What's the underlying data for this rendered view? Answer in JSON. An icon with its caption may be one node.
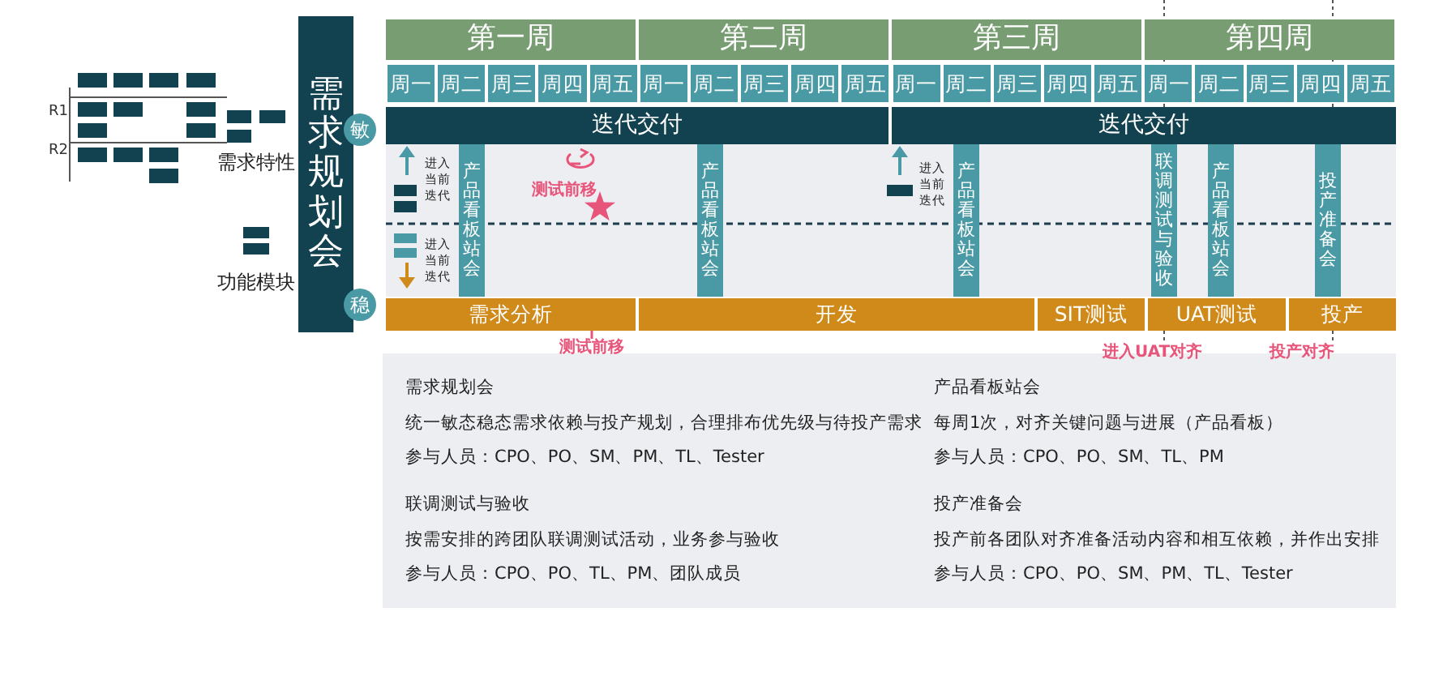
{
  "diagram": {
    "nodes": [
      {
        "text": [
          "需求规划会"
        ]
      },
      {
        "text": [
          "敏"
        ]
      },
      {
        "text": [
          "稳"
        ]
      },
      {
        "text": [
          "第一周"
        ]
      },
      {
        "text": [
          "第二周"
        ]
      },
      {
        "text": [
          "第三周"
        ]
      },
      {
        "text": [
          "第四周"
        ]
      },
      {
        "text": [
          "周一"
        ]
      },
      {
        "text": [
          "周二"
        ]
      },
      {
        "text": [
          "周三"
        ]
      },
      {
        "text": [
          "周四"
        ]
      },
      {
        "text": [
          "周五"
        ]
      },
      {
        "text": [
          "周一"
        ]
      },
      {
        "text": [
          "周二"
        ]
      },
      {
        "text": [
          "周三"
        ]
      },
      {
        "text": [
          "周四"
        ]
      },
      {
        "text": [
          "周五"
        ]
      },
      {
        "text": [
          "周一"
        ]
      },
      {
        "text": [
          "周二"
        ]
      },
      {
        "text": [
          "周三"
        ]
      },
      {
        "text": [
          "周四"
        ]
      },
      {
        "text": [
          "周五"
        ]
      },
      {
        "text": [
          "周一"
        ]
      },
      {
        "text": [
          "周二"
        ]
      },
      {
        "text": [
          "周三"
        ]
      },
      {
        "text": [
          "周四"
        ]
      },
      {
        "text": [
          "周五"
        ]
      },
      {
        "text": [
          "迭代交付"
        ]
      },
      {
        "text": [
          "迭代交付"
        ]
      },
      {
        "text": [
          "产品看板站会"
        ]
      },
      {
        "text": [
          "产品看板站会"
        ]
      },
      {
        "text": [
          "产品看板站会"
        ]
      },
      {
        "text": [
          "联调测试与验收"
        ]
      },
      {
        "text": [
          "产品看板站会"
        ]
      },
      {
        "text": [
          "投产准备会"
        ]
      },
      {
        "text": [
          "需求分析"
        ]
      },
      {
        "text": [
          "开发"
        ]
      },
      {
        "text": [
          "SIT测试"
        ]
      },
      {
        "text": [
          "UAT测试"
        ]
      },
      {
        "text": [
          "投产"
        ]
      },
      {
        "text": [
          "需求规划会",
          "统一敏态稳态需求依赖与投产规划，合理排布优先级与待投产需求",
          "参与人员：CPO、PO、SM、PM、TL、Tester",
          "联调测试与验收",
          "按需安排的跨团队联调测试活动，业务参与验收",
          "参与人员：CPO、PO、TL、PM、团队成员",
          "产品看板站会",
          "每周1次，对齐关键问题与进展（产品看板）",
          "参与人员：CPO、PO、SM、TL、PM",
          "投产准备会",
          "投产前各团队对齐准备活动内容和相互依赖，并作出安排",
          "参与人员：CPO、PO、SM、PM、TL、Tester"
        ]
      }
    ],
    "labels": [
      "R1",
      "R2",
      "需求特性",
      "功能模块",
      "进入当前迭代",
      "进入当前迭代",
      "测试前移",
      "进入当前迭代",
      "测试前移",
      "进入UAT对齐",
      "投产对齐"
    ]
  }
}
